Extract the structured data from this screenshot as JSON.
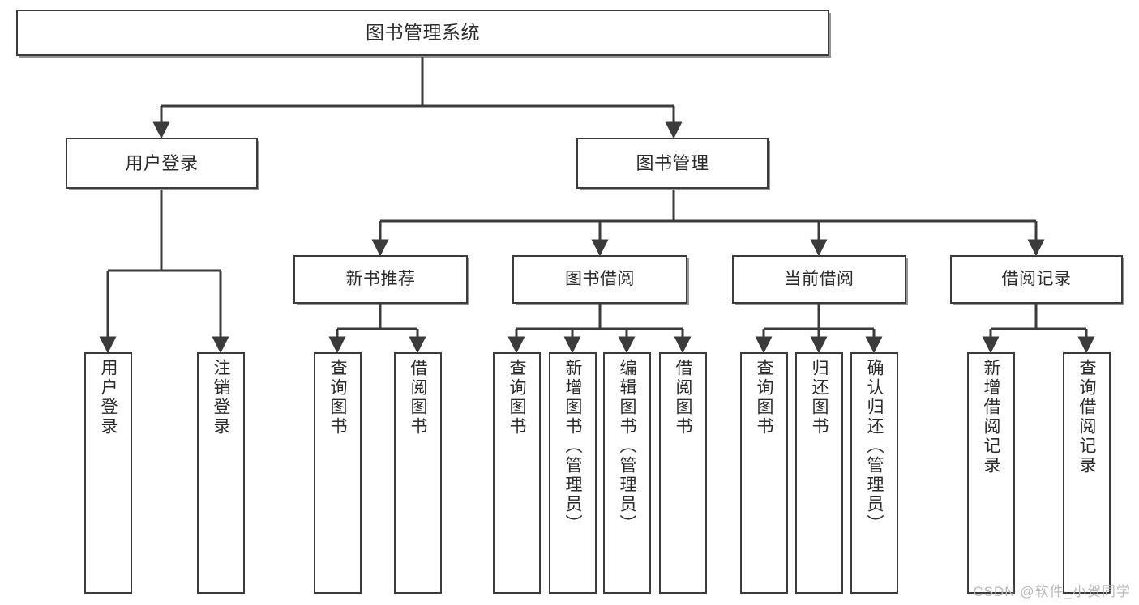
{
  "diagram": {
    "title": "图书管理系统",
    "type": "tree",
    "watermark": "CSDN @软件_小贺同学",
    "colors": {
      "border": "#3b3b3b",
      "text": "#2b2b2b",
      "background": "#ffffff",
      "watermark": "#b9b9b9"
    },
    "nodes": {
      "root": {
        "label": "图书管理系统"
      },
      "level1": [
        {
          "id": "user-login",
          "label": "用户登录"
        },
        {
          "id": "book-manage",
          "label": "图书管理"
        }
      ],
      "level2": [
        {
          "id": "new-book-recommend",
          "label": "新书推荐",
          "parent": "book-manage"
        },
        {
          "id": "book-borrow",
          "label": "图书借阅",
          "parent": "book-manage"
        },
        {
          "id": "current-borrow",
          "label": "当前借阅",
          "parent": "book-manage"
        },
        {
          "id": "borrow-record",
          "label": "借阅记录",
          "parent": "book-manage"
        }
      ],
      "leaves": [
        {
          "id": "leaf-user-login",
          "label": "用户登录",
          "parent": "user-login"
        },
        {
          "id": "leaf-user-logout",
          "label": "注销登录",
          "parent": "user-login"
        },
        {
          "id": "leaf-query-book-1",
          "label": "查询图书",
          "parent": "new-book-recommend"
        },
        {
          "id": "leaf-borrow-book-1",
          "label": "借阅图书",
          "parent": "new-book-recommend"
        },
        {
          "id": "leaf-query-book-2",
          "label": "查询图书",
          "parent": "book-borrow"
        },
        {
          "id": "leaf-add-book",
          "label": "新增图书（管理员）",
          "parent": "book-borrow"
        },
        {
          "id": "leaf-edit-book",
          "label": "编辑图书（管理员）",
          "parent": "book-borrow"
        },
        {
          "id": "leaf-borrow-book-2",
          "label": "借阅图书",
          "parent": "book-borrow"
        },
        {
          "id": "leaf-query-book-3",
          "label": "查询图书",
          "parent": "current-borrow"
        },
        {
          "id": "leaf-return-book",
          "label": "归还图书",
          "parent": "current-borrow"
        },
        {
          "id": "leaf-confirm-return",
          "label": "确认归还（管理员）",
          "parent": "current-borrow"
        },
        {
          "id": "leaf-add-record",
          "label": "新增借阅记录",
          "parent": "borrow-record"
        },
        {
          "id": "leaf-query-record",
          "label": "查询借阅记录",
          "parent": "borrow-record"
        }
      ]
    }
  }
}
